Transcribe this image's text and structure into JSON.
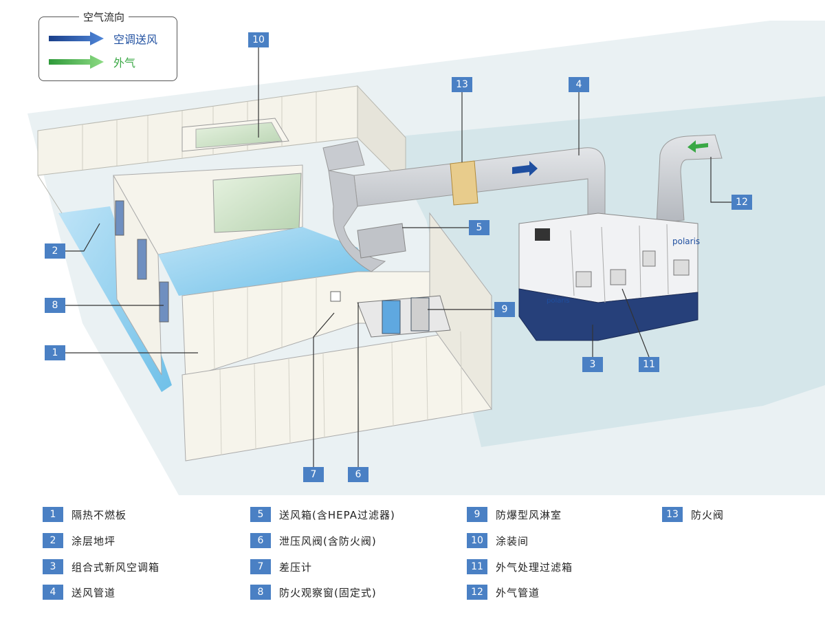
{
  "air_flow_legend": {
    "title": "空气流向",
    "items": [
      {
        "label": "空调送风",
        "color": "#1f4fa0"
      },
      {
        "label": "外气",
        "color": "#3aa845"
      }
    ]
  },
  "brand": "polaris",
  "callouts": [
    "1",
    "2",
    "3",
    "4",
    "5",
    "6",
    "7",
    "8",
    "9",
    "10",
    "11",
    "12",
    "13"
  ],
  "key": [
    {
      "num": "1",
      "label": "隔热不燃板"
    },
    {
      "num": "2",
      "label": "涂层地坪"
    },
    {
      "num": "3",
      "label": "组合式新风空调箱"
    },
    {
      "num": "4",
      "label": "送风管道"
    },
    {
      "num": "5",
      "label": "送风箱(含HEPA过滤器)"
    },
    {
      "num": "6",
      "label": "泄压风阀(含防火阀)"
    },
    {
      "num": "7",
      "label": "差压计"
    },
    {
      "num": "8",
      "label": "防火观察窗(固定式)"
    },
    {
      "num": "9",
      "label": "防爆型风淋室"
    },
    {
      "num": "10",
      "label": "涂装间"
    },
    {
      "num": "11",
      "label": "外气处理过滤箱"
    },
    {
      "num": "12",
      "label": "外气管道"
    },
    {
      "num": "13",
      "label": "防火阀"
    }
  ],
  "colors": {
    "tag": "#4a80c4",
    "floor_coating": "#8fcff0",
    "wall": "#f3f1e8",
    "duct": "#c9ccd1",
    "ahu_navy": "#26407a",
    "ground": "#d6e6ea"
  }
}
